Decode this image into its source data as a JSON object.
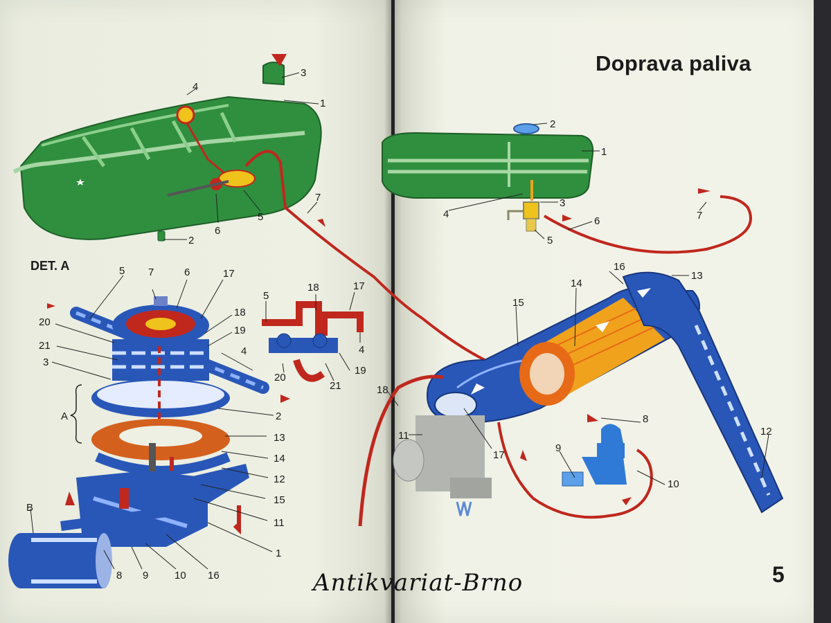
{
  "title": "Doprava paliva",
  "page_number": "5",
  "detail_label": "DET. A",
  "watermark": "Antikvariat-Brno",
  "colors": {
    "tank_green": "#2f8f3e",
    "fuel_line_red": "#c0271d",
    "pump_blue": "#2957b8",
    "filter_orange": "#f0a21c",
    "paper": "#eef0e4"
  },
  "callouts": {
    "tank_left": [
      "1",
      "2",
      "3",
      "4",
      "5",
      "6",
      "7"
    ],
    "detail_a": [
      "5",
      "7",
      "6",
      "17",
      "18",
      "19",
      "20",
      "21",
      "3",
      "4",
      "2",
      "A",
      "13",
      "14",
      "12",
      "15",
      "11",
      "1",
      "B",
      "8",
      "9",
      "10",
      "16"
    ],
    "inset": [
      "5",
      "18",
      "17",
      "4",
      "20",
      "21",
      "19"
    ],
    "tank_right": [
      "2",
      "1",
      "4",
      "3",
      "5",
      "6",
      "7"
    ],
    "filter": [
      "16",
      "13",
      "14",
      "15",
      "12",
      "17",
      "18",
      "11",
      "8",
      "9",
      "10"
    ]
  }
}
